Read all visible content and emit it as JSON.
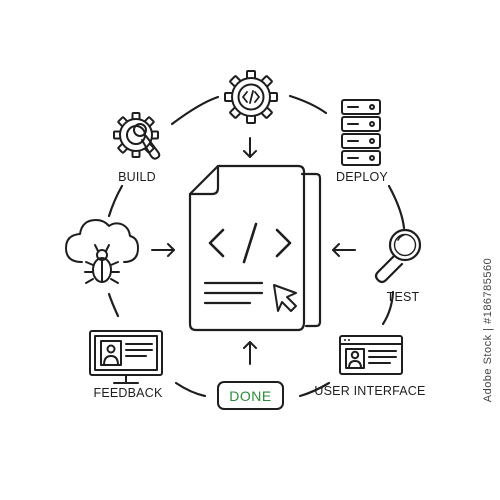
{
  "labels": {
    "build": "BUILD",
    "deploy": "DEPLOY",
    "test": "TEST",
    "user_interface": "USER INTERFACE",
    "feedback": "FEEDBACK",
    "done": "DONE"
  },
  "stock_id": "Adobe Stock | #186785560",
  "colors": {
    "line": "#1e1e1e",
    "done_accent": "#2e8b3a",
    "background": "#ffffff"
  },
  "icons": {
    "center": "code-document-icon",
    "top": "code-gear-icon",
    "build": "gear-magnifier-icon",
    "deploy": "server-stack-icon",
    "test": "magnifier-icon",
    "user_interface": "profile-window-icon",
    "feedback": "monitor-profile-icon",
    "left": "cloud-bug-icon"
  }
}
